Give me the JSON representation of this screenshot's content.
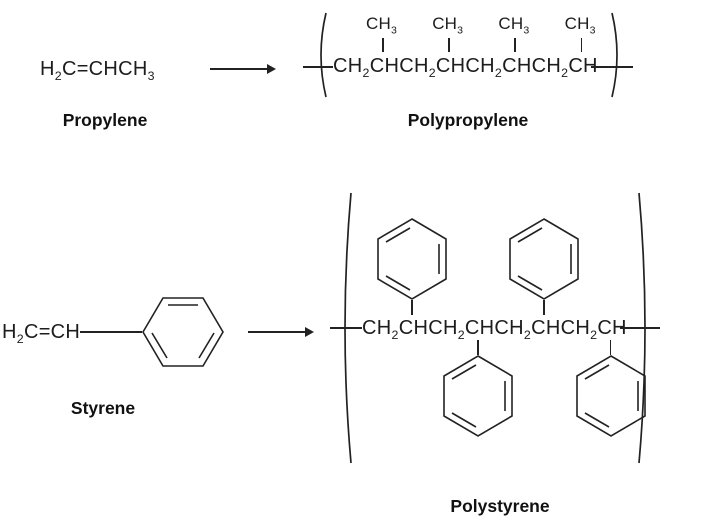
{
  "figure": {
    "background": "#ffffff",
    "line_color": "#222222",
    "text_color": "#1d1d1f"
  },
  "reactions": [
    {
      "id": "propylene-to-polypropylene",
      "monomer": {
        "formula": "H~2~C=CHCH~3~",
        "name": "Propylene"
      },
      "polymer": {
        "name": "Polypropylene",
        "repeat_unit": "CH~2~CH",
        "repeat_count": 4,
        "substituent": "CH~3~",
        "substituent_type": "methyl"
      }
    },
    {
      "id": "styrene-to-polystyrene",
      "monomer": {
        "formula": "H~2~C=CH",
        "name": "Styrene",
        "substituent_type": "phenyl"
      },
      "polymer": {
        "name": "Polystyrene",
        "repeat_unit": "CH~2~CH",
        "repeat_count": 4,
        "substituent_type": "phenyl"
      }
    }
  ]
}
